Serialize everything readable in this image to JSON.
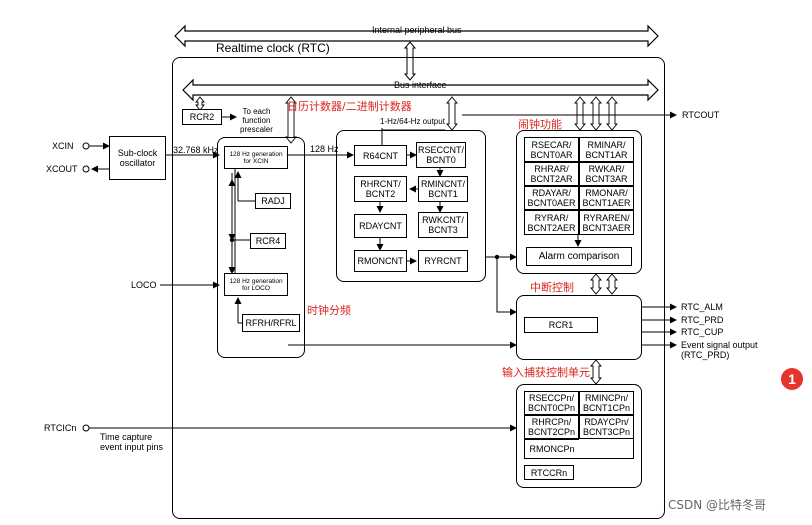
{
  "buses": {
    "internal": "Internal peripheral bus",
    "interface": "Bus interface"
  },
  "title": "Realtime clock (RTC)",
  "pins": {
    "xcin": "XCIN",
    "xcout": "XCOUT",
    "loco": "LOCO",
    "rtcicn": "RTCICn",
    "time_capture": "Time capture\nevent input pins"
  },
  "subclock": "Sub-clock\noscillator",
  "freq_32k": "32.768 kHz",
  "freq_128": "128 Hz",
  "rcr2": "RCR2",
  "rcr2_note": "To each\nfunction\nprescaler",
  "gen_xcin": "128 Hz generation\nfor XCIN",
  "gen_loco": "128 Hz generation\nfor LOCO",
  "radj": "RADJ",
  "rcr4": "RCR4",
  "rfrh": "RFRH/RFRL",
  "output_1hz": "1-Hz/64-Hz output",
  "counters": {
    "r64cnt": "R64CNT",
    "rseccnt": "RSECCNT/\nBCNT0",
    "rhrcnt": "RHRCNT/\nBCNT2",
    "rmincnt": "RMINCNT/\nBCNT1",
    "rdaycnt": "RDAYCNT",
    "rwkcnt": "RWKCNT/\nBCNT3",
    "rmoncnt": "RMONCNT",
    "ryrcnt": "RYRCNT"
  },
  "alarm": {
    "rsecar": "RSECAR/\nBCNT0AR",
    "rminar": "RMINAR/\nBCNT1AR",
    "rhrar": "RHRAR/\nBCNT2AR",
    "rwkar": "RWKAR/\nBCNT3AR",
    "rdayar": "RDAYAR/\nBCNT0AER",
    "rmonar": "RMONAR/\nBCNT1AER",
    "ryrar": "RYRAR/\nBCNT2AER",
    "ryraren": "RYRAREN/\nBCNT3AER",
    "comparison": "Alarm comparison"
  },
  "rcr1": "RCR1",
  "capture": {
    "rseccp": "RSECCPn/\nBCNT0CPn",
    "rmincp": "RMINCPn/\nBCNT1CPn",
    "rhrcp": "RHRCPn/\nBCNT2CPn",
    "rdaycp": "RDAYCPn/\nBCNT3CPn",
    "rmoncp": "RMONCPn",
    "rtccr": "RTCCRn"
  },
  "outputs": {
    "rtcout": "RTCOUT",
    "alm": "RTC_ALM",
    "prd": "RTC_PRD",
    "cup": "RTC_CUP",
    "event": "Event signal output\n(RTC_PRD)"
  },
  "annotations": {
    "calendar": "日历计数器/二进制计数器",
    "alarm_fn": "闹钟功能",
    "interrupt": "中断控制",
    "clock_div": "时钟分频",
    "capture_unit": "输入捕获控制单元"
  },
  "badge": "1",
  "watermark": "CSDN @比特冬哥"
}
